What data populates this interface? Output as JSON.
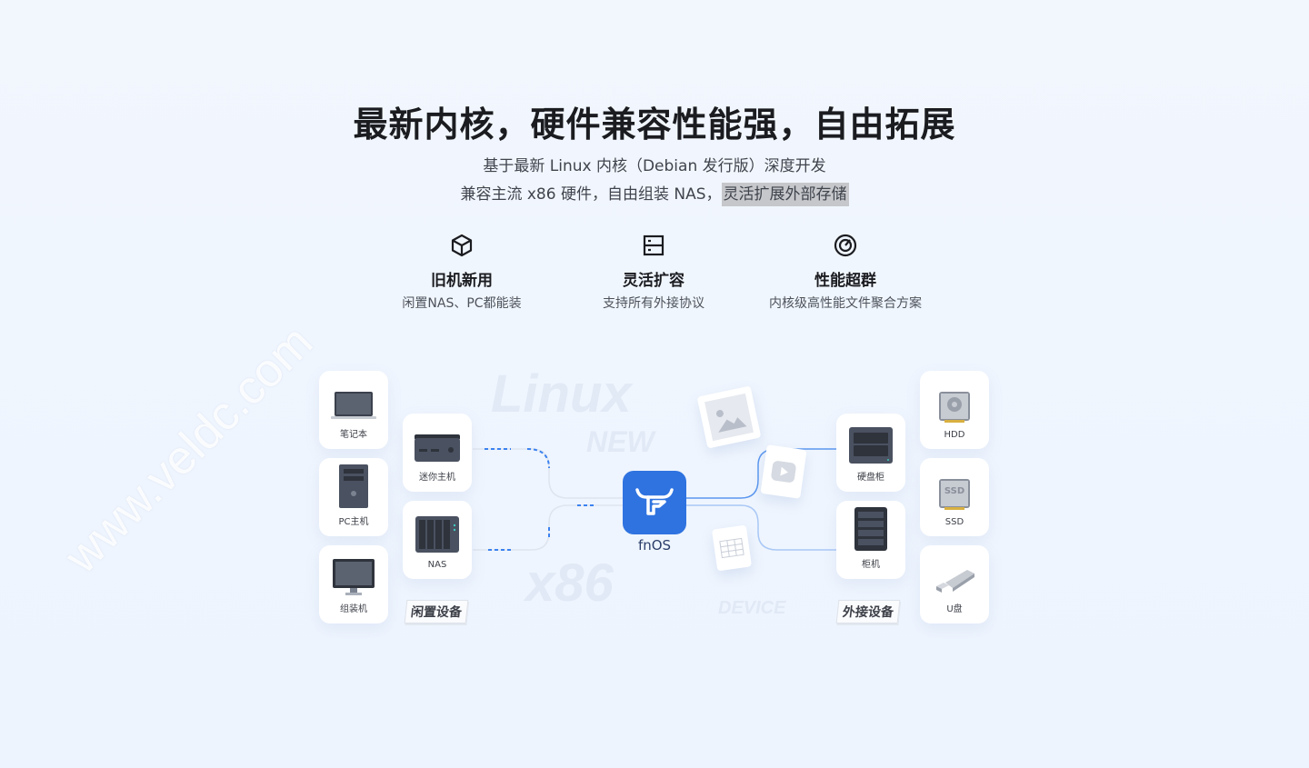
{
  "header": {
    "title": "最新内核，硬件兼容性能强，自由拓展",
    "subtitle_line1": "基于最新 Linux 内核（Debian 发行版）深度开发",
    "subtitle_line2_prefix": "兼容主流 x86 硬件，自由组装 NAS，",
    "subtitle_line2_highlight": "灵活扩展外部存储"
  },
  "features": [
    {
      "icon": "cube-icon",
      "title": "旧机新用",
      "desc": "闲置NAS、PC都能装"
    },
    {
      "icon": "server-icon",
      "title": "灵活扩容",
      "desc": "支持所有外接协议"
    },
    {
      "icon": "speedometer-icon",
      "title": "性能超群",
      "desc": "内核级高性能文件聚合方案"
    }
  ],
  "diagram": {
    "idle_devices": [
      "笔记本",
      "PC主机",
      "组装机"
    ],
    "idle_devices2": [
      "迷你主机",
      "NAS"
    ],
    "idle_tag": "闲置设备",
    "center": "fnOS",
    "external_devices": [
      "硬盘柜",
      "柜机"
    ],
    "storage": [
      "HDD",
      "SSD",
      "U盘"
    ],
    "external_tag": "外接设备",
    "ghost_words": [
      "Linux",
      "NEW",
      "x86",
      "DEVICE"
    ],
    "ssd_chip_text": "SSD"
  },
  "watermark": "www.veldc.com",
  "colors": {
    "accent": "#2f73e0",
    "device": "#4a5160"
  }
}
